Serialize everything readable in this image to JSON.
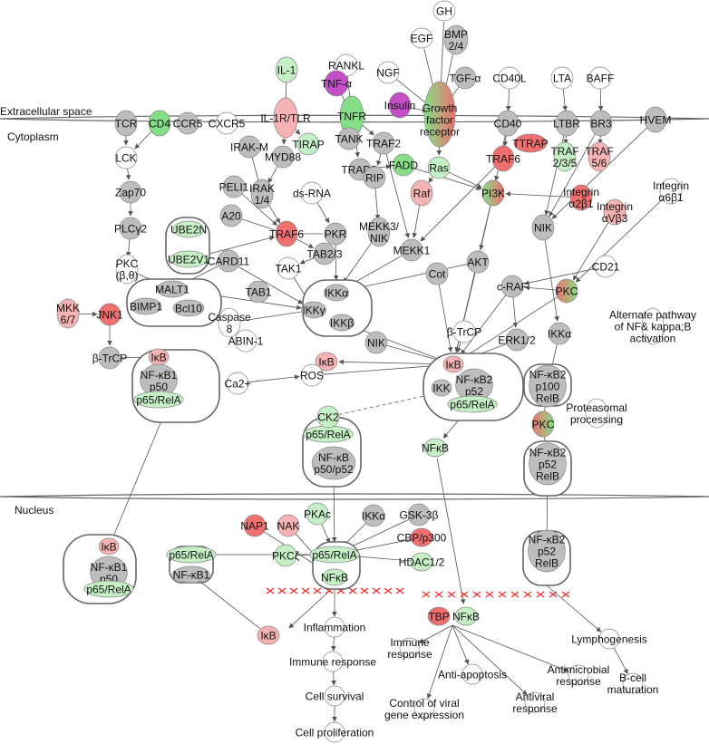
{
  "colors": {
    "gray": "#bdbdbd",
    "green": "#86df86",
    "light_green": "#c5efc5",
    "red": "#f07070",
    "light_red": "#f6b3b3",
    "purple": "#c24fc7",
    "white": "#ffffff",
    "edge": "#555555"
  },
  "regions": {
    "extracellular": "Extracellular space",
    "cytoplasm": "Cytoplasm",
    "nucleus": "Nucleus"
  },
  "nodes": {
    "gh": "GH",
    "bmp": [
      "BMP",
      "2/4"
    ],
    "egf": "EGF",
    "rankl": "RANKL",
    "il1": "IL-1",
    "tnfa": "TNF-α",
    "ngf": "NGF",
    "tgfa": "TGF-α",
    "cd40l": "CD40L",
    "lta": "LTA",
    "baff": "BAFF",
    "insulin": "Insulin",
    "tcr": "TCR",
    "cd4": "CD4",
    "ccr5": "CCR5",
    "cxcr5": "CXCR5",
    "il1r": "IL-1R/TLR",
    "tnfr": "TNFR",
    "gfr": [
      "Growth",
      "factor",
      "receptor"
    ],
    "cd40": "CD40",
    "ltbr": "LTBR",
    "br3": "BR3",
    "hvem": "HVEM",
    "lck": "LCK",
    "irakm": "IRAK-M",
    "tirap": "TIRAP",
    "myd88": "MYD88",
    "tank": "TANK",
    "traf2": "TRAF2",
    "ttrap": "TTRAP",
    "traf6a": "TRAF6",
    "traf235": [
      "TRAF",
      "2/3/5"
    ],
    "traf56": [
      "TRAF",
      "5/6"
    ],
    "zap70": "Zap70",
    "tradd": "TRADD",
    "fadd": "FADD",
    "ras": "Ras",
    "pi3k": "PI3K",
    "integrin_a6b1": [
      "Integrin",
      "α6β1"
    ],
    "plcg2": "PLCγ2",
    "peli1": "PELI1",
    "irak14": [
      "IRAK",
      "1/4"
    ],
    "dsrna": "ds-RNA",
    "rip": "RIP",
    "raf": "Raf",
    "integrin_a2b1": [
      "Integrin",
      "α2β1"
    ],
    "integrin_avb3": [
      "Integrin",
      "αVβ3"
    ],
    "ube2n": "UBE2N",
    "ube2v1": "UBE2V1",
    "a20": "A20",
    "traf6b": "TRAF6",
    "pkr": "PKR",
    "mekk3": [
      "MEKK3/",
      "NIK"
    ],
    "nik1": "NIK",
    "pkc_bt": [
      "PKC",
      "(β,θ)"
    ],
    "card11": "CARD11",
    "tab23": "TAB2/3",
    "mekk1": "MEKK1",
    "akt": "AKT",
    "cot": "Cot",
    "tak1": "TAK1",
    "craf": "c-RAF",
    "pkc1": "PKC",
    "cd21": "CD21",
    "malt1": "MALT1",
    "bimp1": "BIMP1",
    "bcl10": "Bcl10",
    "tab1": "TAB1",
    "ikka1": "IKKα",
    "ikkg": "IKKγ",
    "ikkb": "IKKβ",
    "mkk67": [
      "MKK",
      "6/7"
    ],
    "jnk1": "JNK1",
    "caspase8": [
      "Caspase",
      "8"
    ],
    "btrcp1": "β-TrCP",
    "btrcp2": "β-TrCP",
    "erk12": "ERK1/2",
    "ikka2": "IKKα",
    "alt_pathway": [
      "Alternate pathway",
      "of NF& kappa;B",
      "activation"
    ],
    "abin1": "ABIN-1",
    "nik2": "NIK",
    "ikb1": "IκB",
    "ikb_mid": "IκB",
    "nfkb1a": [
      "NF-κB1",
      "p50"
    ],
    "p65rela_a": "p65/RelA",
    "ca2": "Ca2+",
    "ros": "ROS",
    "ikb2": "IκB",
    "ikk": "IKK",
    "nfkb2_p52": [
      "NF-κB2",
      "p52"
    ],
    "p65rela_b": "p65/RelA",
    "nfkb2_p100": [
      "NF-κB2",
      "p100",
      "RelB"
    ],
    "proteasomal": [
      "Proteasomal",
      "processing"
    ],
    "ck2": "CK2",
    "p65rela_c": "p65/RelA",
    "nfkb_p50p52": [
      "NF-κB",
      "p50/p52"
    ],
    "nfkb_small": "NFκB",
    "pkc2": "PKC",
    "nfkb2_p52relb1": [
      "NF-κB2",
      "p52",
      "RelB"
    ],
    "nap1": "NAP1",
    "nak": "NAK",
    "pkac": "PKAc",
    "ikka3": "IKKα",
    "gsk3b": "GSK-3β",
    "cbp": "CBP/p300",
    "ikb3": "IκB",
    "nfkb1b": [
      "NF-κB1",
      "p50"
    ],
    "p65rela_d": "p65/RelA",
    "p65rela_e": "p65/RelA",
    "nfkb1c": "NF-κB1",
    "pkcz": "PKCζ",
    "p65rela_f": "p65/RelA",
    "hdac": "HDAC1/2",
    "nfkb_nuc": "NFκB",
    "nfkb2_p52relb2": [
      "NF-κB2",
      "p52",
      "RelB"
    ],
    "tbp": "TBP",
    "nfkb_tbp": "NFκB",
    "ikb4": "IκB"
  },
  "outcomes": {
    "inflammation": "Inflammation",
    "immune_response": "Immune response",
    "cell_survival": "Cell survival",
    "cell_proliferation": "Cell proliferation",
    "immune_response2": [
      "Immune",
      "response"
    ],
    "control_viral": [
      "Control of viral",
      "gene expression"
    ],
    "anti_apoptosis": "Anti-apoptosis",
    "antiviral": [
      "Antiviral",
      "response"
    ],
    "antimicrobial": [
      "Antimicrobial",
      "response"
    ],
    "lymphogenesis": "Lymphogenesis",
    "bcell": [
      "B-cell",
      "maturation"
    ]
  }
}
